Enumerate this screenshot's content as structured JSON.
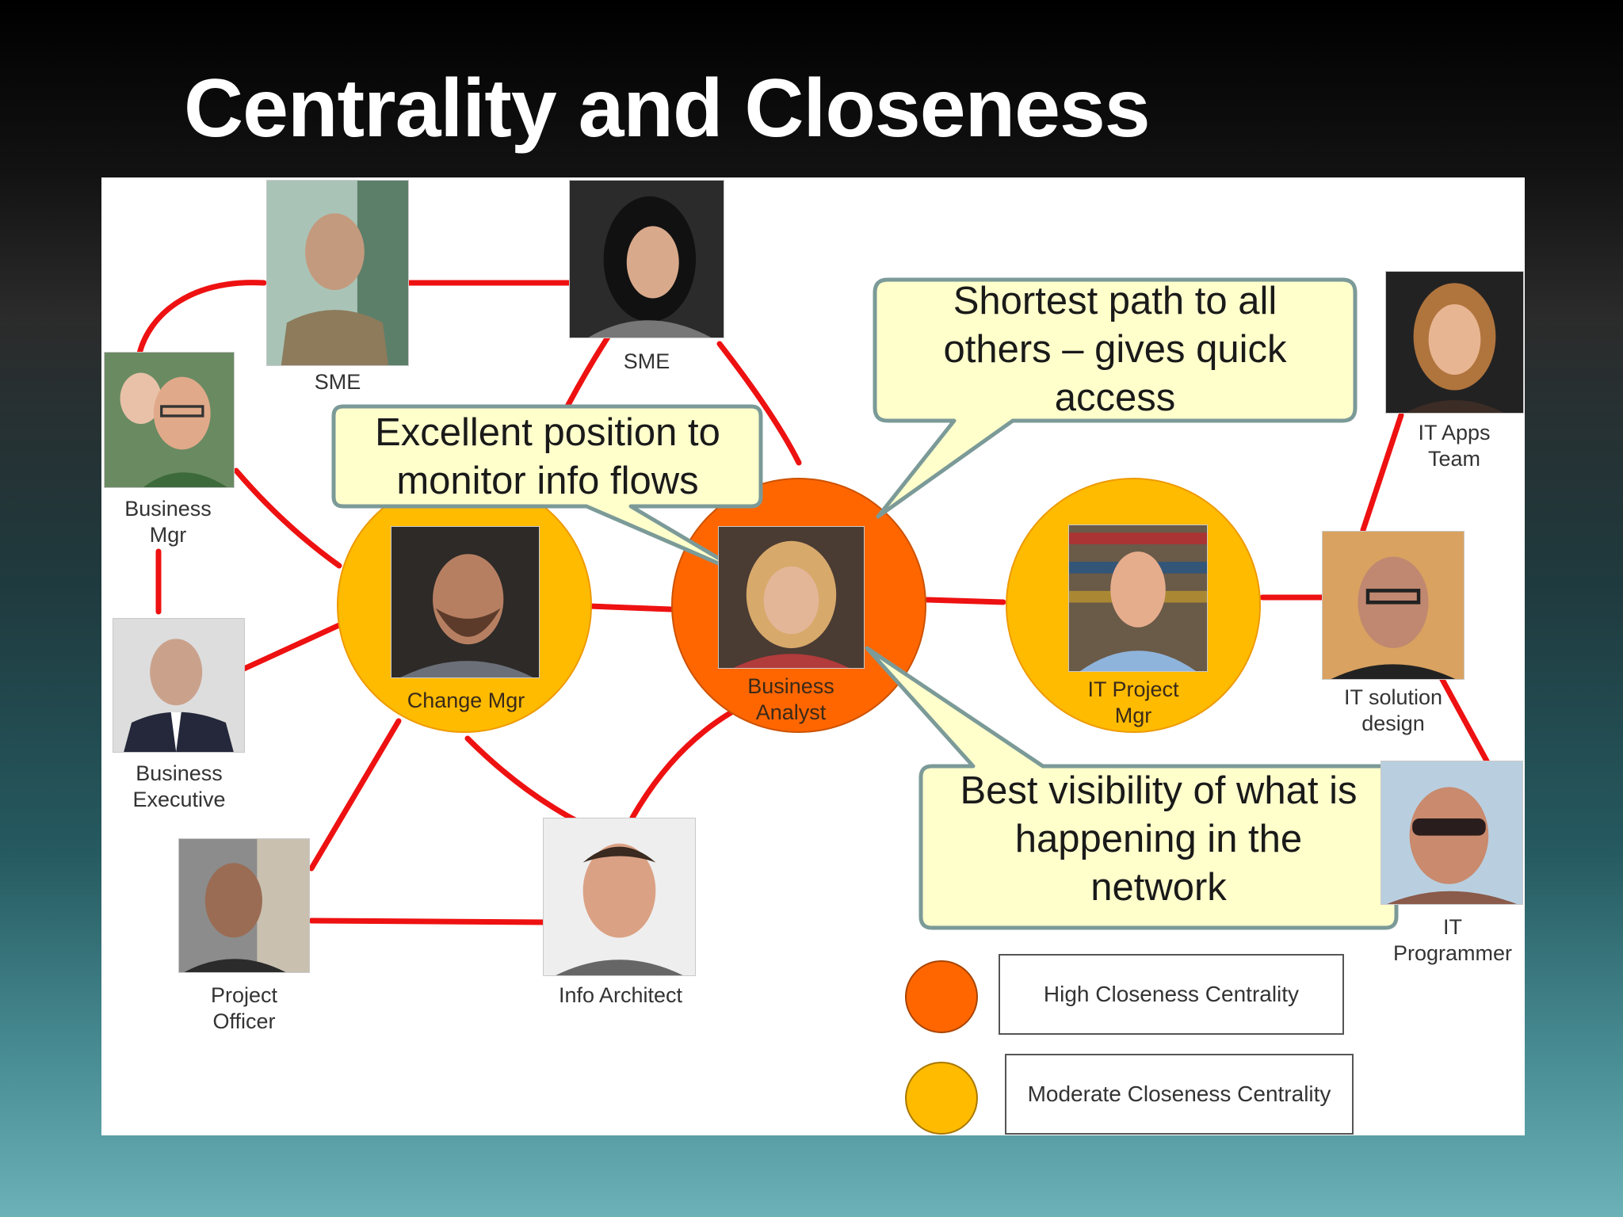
{
  "title": "Centrality and Closeness",
  "colors": {
    "high": "#ff6600",
    "moderate": "#ffbb00",
    "edge": "#ee1111",
    "callout_fill": "#ffffcc",
    "callout_border": "#7b9a98"
  },
  "people": {
    "sme_1": "SME",
    "sme_2": "SME",
    "business_mgr": "Business\nMgr",
    "business_executive": "Business\nExecutive",
    "change_mgr": "Change Mgr",
    "business_analyst": "Business\nAnalyst",
    "it_project_mgr": "IT Project\nMgr",
    "it_apps_team": "IT Apps\nTeam",
    "it_solution_design": "IT solution\ndesign",
    "it_programmer": "IT\nProgrammer",
    "project_officer": "Project\nOfficer",
    "info_architect": "Info Architect"
  },
  "callouts": {
    "monitor": "Excellent position to\nmonitor info flows",
    "shortest": "Shortest path to all\nothers – gives quick\naccess",
    "visibility": "Best visibility of what is\nhappening in the\nnetwork"
  },
  "legend": {
    "high": "High Closeness Centrality",
    "moderate": "Moderate Closeness Centrality"
  }
}
